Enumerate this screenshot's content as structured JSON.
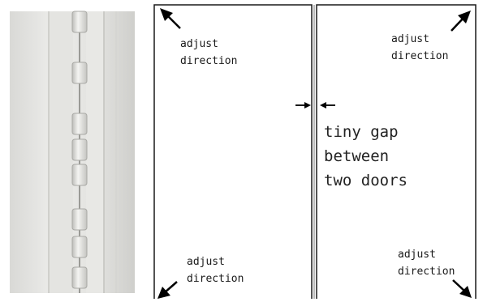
{
  "photo": {
    "subject": "continuous-piano-hinge",
    "colors": {
      "hinge": "#dcdcd8",
      "background": "#e9e9e7",
      "shadow": "#9a9a96"
    }
  },
  "diagram": {
    "labels": {
      "top_left": "adjust\ndirection",
      "top_right": "adjust\ndirection",
      "bottom_left": "adjust\ndirection",
      "bottom_right": "adjust\ndirection",
      "gap_note": "tiny gap\nbetween\ntwo doors"
    },
    "colors": {
      "line": "#1a1a1a",
      "arrow": "#000000",
      "door_fill": "#ffffff"
    }
  }
}
